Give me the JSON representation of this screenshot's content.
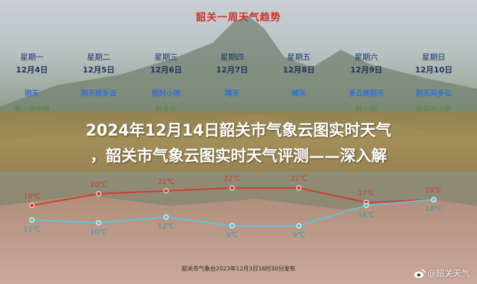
{
  "forecast": {
    "title": "韶关一周天气趋势",
    "days": [
      {
        "weekday": "星期一",
        "date": "12月4日",
        "weather": "阴天",
        "wind": "有小到中雨"
      },
      {
        "weekday": "星期二",
        "date": "12月5日",
        "weather": "阴天转多云",
        "wind": ""
      },
      {
        "weekday": "星期三",
        "date": "12月6日",
        "weather": "短时小雨",
        "wind": "转多云"
      },
      {
        "weekday": "星期四",
        "date": "12月7日",
        "weather": "晴天",
        "wind": ""
      },
      {
        "weekday": "星期五",
        "date": "12月8日",
        "weather": "晴天",
        "wind": ""
      },
      {
        "weekday": "星期六",
        "date": "12月9日",
        "weather": "多云转阴天",
        "wind": "转小雨"
      },
      {
        "weekday": "星期日",
        "date": "12月10日",
        "weather": "阴天间多云",
        "wind": "有短时小雨"
      }
    ],
    "high_temps": [
      {
        "value": 16,
        "label": "16℃"
      },
      {
        "value": 20,
        "label": "20℃"
      },
      {
        "value": 21,
        "label": "21℃"
      },
      {
        "value": 22,
        "label": "22℃"
      },
      {
        "value": 22,
        "label": "22℃"
      },
      {
        "value": 17,
        "label": "17℃"
      },
      {
        "value": 18,
        "label": "18℃"
      }
    ],
    "low_temps": [
      {
        "value": 11,
        "label": "11℃"
      },
      {
        "value": 10,
        "label": "10℃"
      },
      {
        "value": 12,
        "label": "12℃"
      },
      {
        "value": 9,
        "label": "9℃"
      },
      {
        "value": 9,
        "label": "9℃"
      },
      {
        "value": 16,
        "label": "16℃"
      },
      {
        "value": 18,
        "label": "18℃"
      }
    ],
    "source": "韶关市气象台2023年12月3日16时30分发布",
    "colors": {
      "high": "#d33a30",
      "low": "#5ec4d8",
      "title": "#d0302c"
    }
  },
  "headline": {
    "line1": "2024年12月14日韶关市气象云图实时天气",
    "line2": "，韶关市气象云图实时天气评测——深入解"
  },
  "watermark": {
    "icon": "weibo-icon",
    "text": "@韶关天气"
  }
}
